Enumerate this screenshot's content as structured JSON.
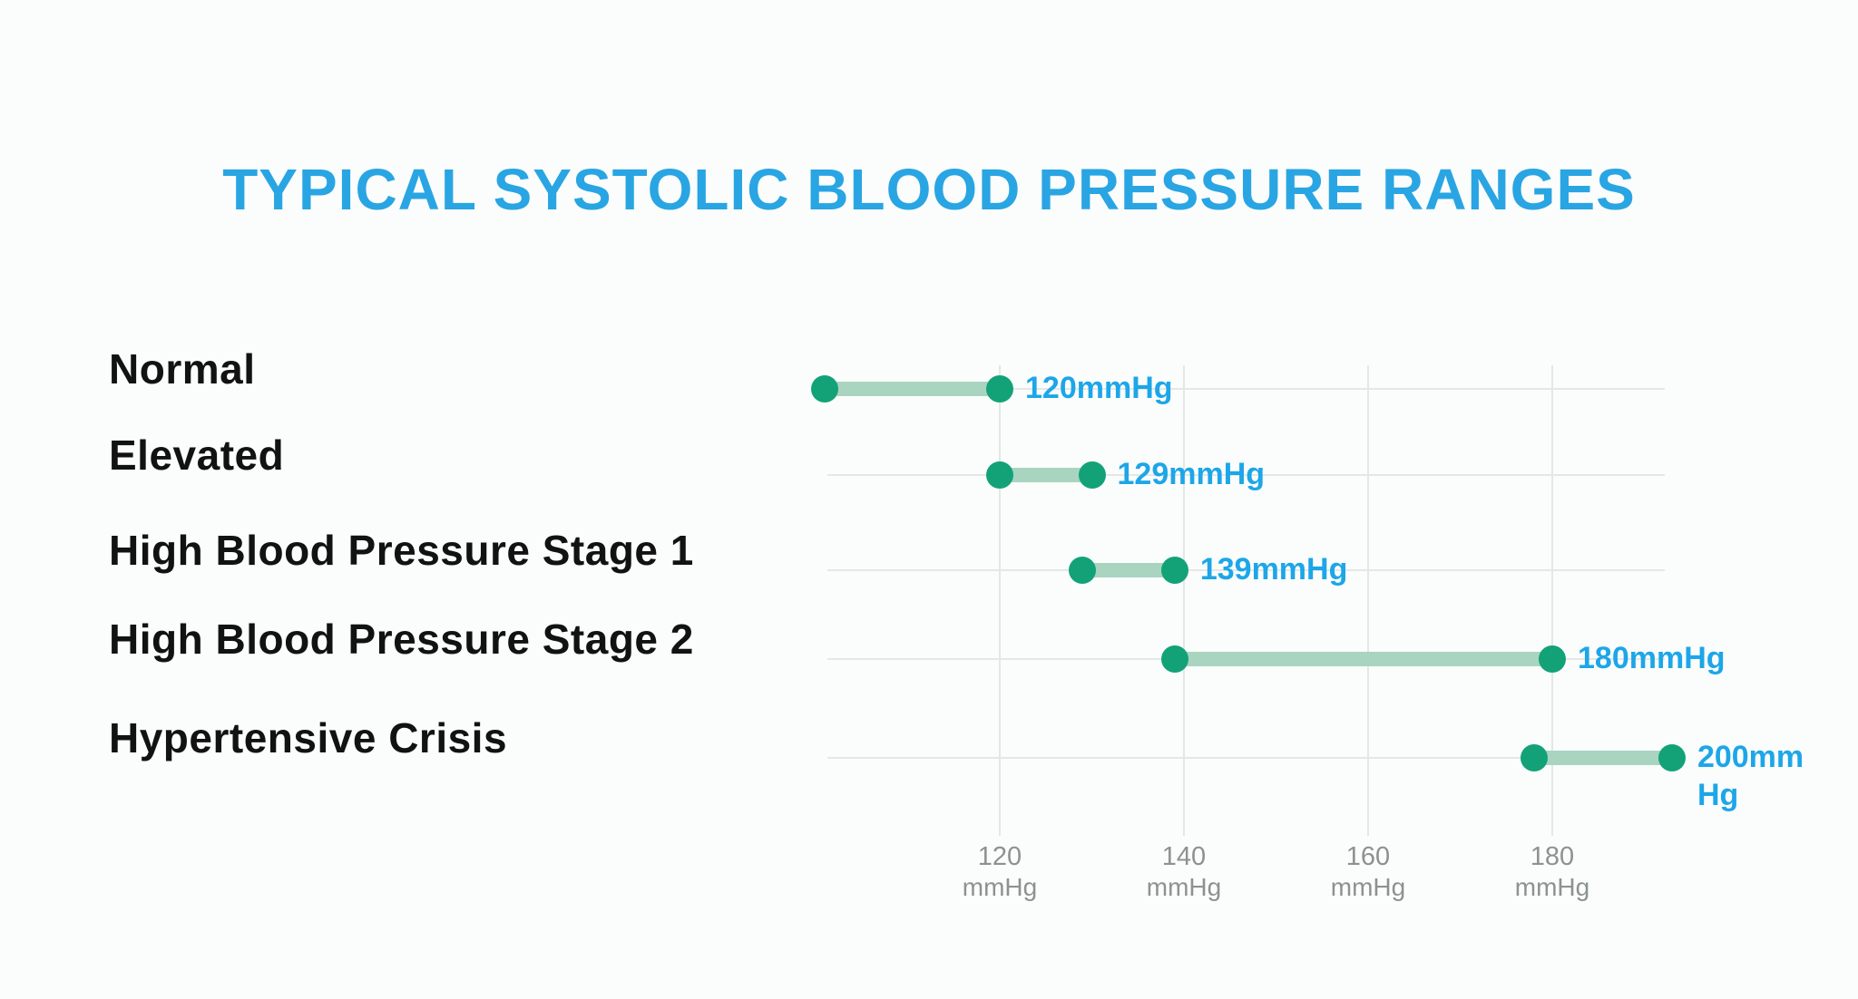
{
  "title": "TYPICAL SYSTOLIC BLOOD PRESSURE RANGES",
  "colors": {
    "bg": "#FAFDFC",
    "title": "#29A5E3",
    "value": "#1DA6E8",
    "dot": "#13A277",
    "connector": "#A9D4C0",
    "grid": "#E3E8E6",
    "category": "#121212",
    "tick": "#8C9290"
  },
  "chart_data": {
    "type": "bar",
    "subtype": "horizontal-dumbbell-range",
    "title": "TYPICAL SYSTOLIC BLOOD PRESSURE RANGES",
    "xlabel": "",
    "ylabel": "",
    "unit": "mmHg",
    "x_range": [
      101,
      193
    ],
    "x_ticks": [
      120,
      140,
      160,
      180
    ],
    "x_tick_unit": "mmHg",
    "grid": true,
    "legend": false,
    "categories": [
      "Normal",
      "Elevated",
      "High Blood Pressure Stage 1",
      "High Blood Pressure Stage 2",
      "Hypertensive Crisis"
    ],
    "rows": [
      {
        "category": "Normal",
        "range_start": 101,
        "range_end": 120,
        "value_label": "120mmHg"
      },
      {
        "category": "Elevated",
        "range_start": 120,
        "range_end": 130,
        "value_label": "129mmHg"
      },
      {
        "category": "High Blood Pressure Stage 1",
        "range_start": 129,
        "range_end": 139,
        "value_label": "139mmHg"
      },
      {
        "category": "High Blood Pressure Stage 2",
        "range_start": 139,
        "range_end": 180,
        "value_label": "180mmHg"
      },
      {
        "category": "Hypertensive Crisis",
        "range_start": 178,
        "range_end": 193,
        "value_label": "200mm\nHg"
      }
    ]
  }
}
